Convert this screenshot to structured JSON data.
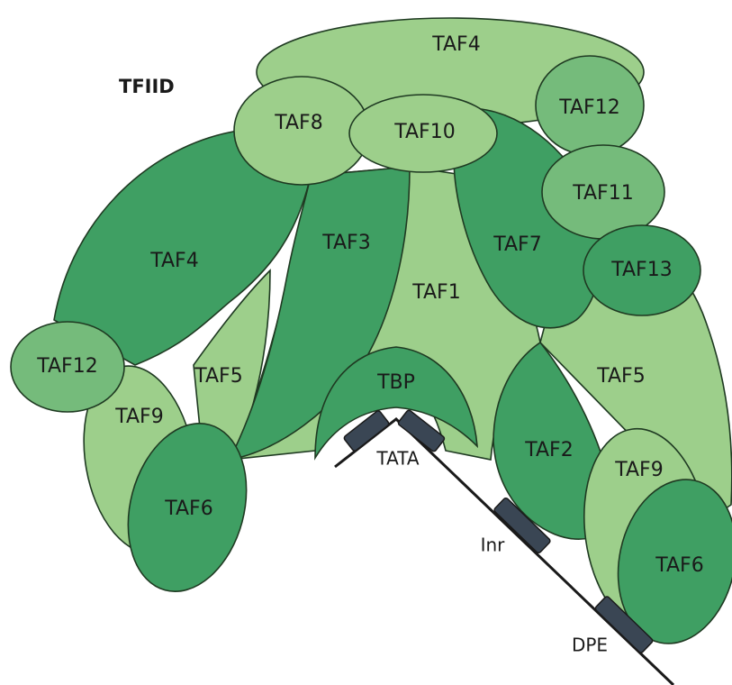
{
  "title": "TFIID",
  "colors": {
    "light": "#9dcf8b",
    "medium": "#75bb7b",
    "dark": "#3f9f63",
    "outline": "#1f3a22",
    "dna": "#1a1a1a",
    "element": "#3a4654"
  },
  "subunits": {
    "taf4_top": "TAF4",
    "taf12_top": "TAF12",
    "taf8": "TAF8",
    "taf10": "TAF10",
    "taf11": "TAF11",
    "taf13": "TAF13",
    "taf4_left": "TAF4",
    "taf3": "TAF3",
    "taf1": "TAF1",
    "taf7": "TAF7",
    "taf5_left": "TAF5",
    "taf5_right": "TAF5",
    "taf12_left": "TAF12",
    "taf9_left": "TAF9",
    "taf6_left": "TAF6",
    "tbp": "TBP",
    "taf2": "TAF2",
    "taf9_right": "TAF9",
    "taf6_right": "TAF6"
  },
  "promoter_elements": {
    "tata": "TATA",
    "inr": "Inr",
    "dpe": "DPE"
  }
}
